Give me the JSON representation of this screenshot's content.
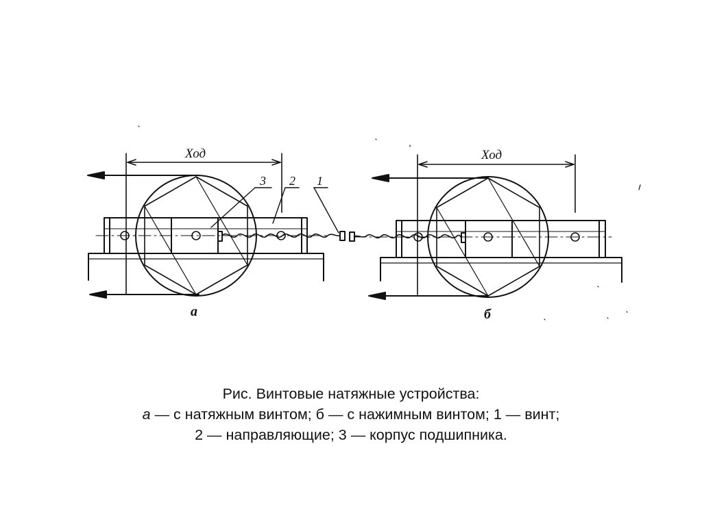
{
  "drawing": {
    "stroke_color": "#111111",
    "view_a": {
      "stroke_label": "Ход",
      "letter": "а",
      "callouts": [
        "3",
        "2",
        "1"
      ]
    },
    "view_b": {
      "stroke_label": "Ход",
      "letter": "б"
    }
  },
  "caption": {
    "line1": "Рис.  Винтовые натяжные устройства:",
    "line2_italic": "а",
    "line2_rest": " — с натяжным винтом; б — с нажимным винтом; 1 — винт;",
    "line3": "2 — направляющие; 3 — корпус подшипника."
  }
}
